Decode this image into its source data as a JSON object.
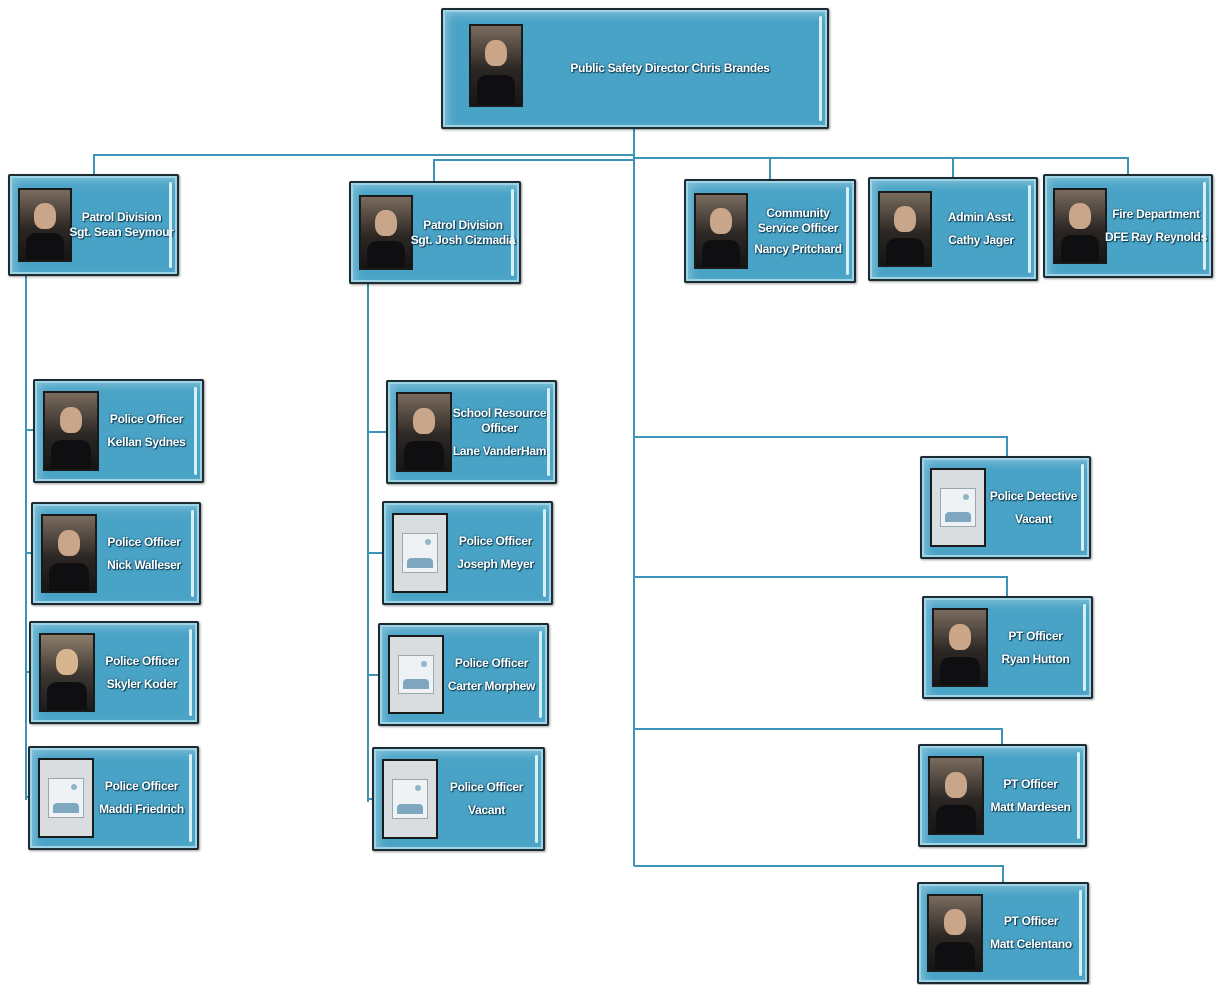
{
  "colors": {
    "box_fill": "#49a3c6",
    "box_border": "#1d2b33",
    "connector": "#3d93b8",
    "text": "#ffffff"
  },
  "director": {
    "lines": [
      "Public Safety Director Chris Brandes"
    ],
    "photo": "officer-portrait"
  },
  "patrol_a": {
    "lead": {
      "lines": [
        "Patrol Division",
        "Sgt. Sean Seymour"
      ],
      "photo": "officer-portrait"
    },
    "members": [
      {
        "lines": [
          "Police Officer",
          "Kellan Sydnes"
        ],
        "photo": "officer-portrait"
      },
      {
        "lines": [
          "Police Officer",
          "Nick Walleser"
        ],
        "photo": "officer-portrait"
      },
      {
        "lines": [
          "Police Officer",
          "Skyler Koder"
        ],
        "photo": "officer-portrait"
      },
      {
        "lines": [
          "Police Officer",
          "Maddi Friedrich"
        ],
        "photo": "placeholder-image-icon"
      }
    ]
  },
  "patrol_b": {
    "lead": {
      "lines": [
        "Patrol Division",
        "Sgt. Josh Cizmadia"
      ],
      "photo": "officer-portrait"
    },
    "members": [
      {
        "lines": [
          "School Resource",
          "Officer",
          "Lane VanderHam"
        ],
        "photo": "officer-portrait"
      },
      {
        "lines": [
          "Police Officer",
          "Joseph Meyer"
        ],
        "photo": "placeholder-image-icon"
      },
      {
        "lines": [
          "Police Officer",
          "Carter Morphew"
        ],
        "photo": "placeholder-image-icon"
      },
      {
        "lines": [
          "Police Officer",
          "Vacant"
        ],
        "photo": "placeholder-image-icon"
      }
    ]
  },
  "staff": [
    {
      "lines": [
        "Community",
        "Service Officer",
        "Nancy Pritchard"
      ],
      "photo": "officer-portrait"
    },
    {
      "lines": [
        "Admin Asst.",
        "Cathy Jager"
      ],
      "photo": "officer-portrait"
    },
    {
      "lines": [
        "Fire Department",
        "DFE Ray Reynolds"
      ],
      "photo": "officer-portrait"
    }
  ],
  "right_column": [
    {
      "lines": [
        "Police Detective",
        "Vacant"
      ],
      "photo": "placeholder-image-icon"
    },
    {
      "lines": [
        "PT Officer",
        "Ryan Hutton"
      ],
      "photo": "officer-portrait"
    },
    {
      "lines": [
        "PT Officer",
        "Matt Mardesen"
      ],
      "photo": "officer-portrait"
    },
    {
      "lines": [
        "PT Officer",
        "Matt Celentano"
      ],
      "photo": "officer-portrait"
    }
  ]
}
